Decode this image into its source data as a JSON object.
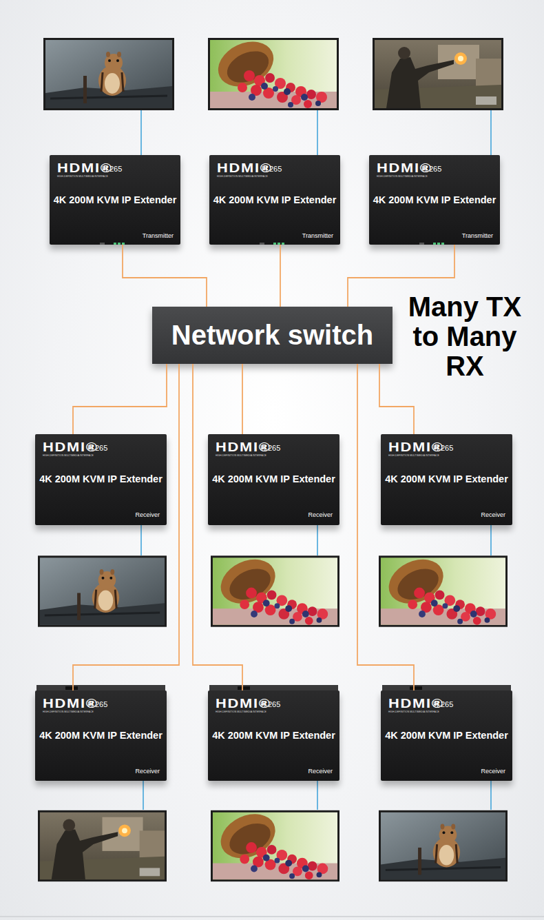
{
  "diagram": {
    "nodes": [
      {
        "text": [
          "HDMI®",
          "HIGH-DEFINITION MULTIMEDIA INTERFACE",
          "H.265",
          "4K 200M KVM IP Extender",
          "Transmitter"
        ]
      },
      {
        "text": [
          "HDMI®",
          "HIGH-DEFINITION MULTIMEDIA INTERFACE",
          "H.265",
          "4K 200M KVM IP Extender",
          "Transmitter"
        ]
      },
      {
        "text": [
          "HDMI®",
          "HIGH-DEFINITION MULTIMEDIA INTERFACE",
          "H.265",
          "4K 200M KVM IP Extender",
          "Transmitter"
        ]
      },
      {
        "text": [
          "Network switch"
        ]
      },
      {
        "text": [
          "HDMI®",
          "HIGH-DEFINITION MULTIMEDIA INTERFACE",
          "H.265",
          "4K 200M KVM IP Extender",
          "Receiver"
        ]
      },
      {
        "text": [
          "HDMI®",
          "HIGH-DEFINITION MULTIMEDIA INTERFACE",
          "H.265",
          "4K 200M KVM IP Extender",
          "Receiver"
        ]
      },
      {
        "text": [
          "HDMI®",
          "HIGH-DEFINITION MULTIMEDIA INTERFACE",
          "H.265",
          "4K 200M KVM IP Extender",
          "Receiver"
        ]
      },
      {
        "text": [
          "HDMI®",
          "HIGH-DEFINITION MULTIMEDIA INTERFACE",
          "H.265",
          "4K 200M KVM IP Extender",
          "Receiver"
        ]
      },
      {
        "text": [
          "HDMI®",
          "HIGH-DEFINITION MULTIMEDIA INTERFACE",
          "H.265",
          "4K 200M KVM IP Extender",
          "Receiver"
        ]
      },
      {
        "text": [
          "HDMI®",
          "HIGH-DEFINITION MULTIMEDIA INTERFACE",
          "H.265",
          "4K 200M KVM IP Extender",
          "Receiver"
        ]
      }
    ],
    "edges": [
      {
        "from": 0,
        "to": 3,
        "arrow": "none"
      },
      {
        "from": 1,
        "to": 3,
        "arrow": "none"
      },
      {
        "from": 2,
        "to": 3,
        "arrow": "none"
      },
      {
        "from": 3,
        "to": 4,
        "arrow": "none"
      },
      {
        "from": 3,
        "to": 5,
        "arrow": "none"
      },
      {
        "from": 3,
        "to": 6,
        "arrow": "none"
      },
      {
        "from": 3,
        "to": 7,
        "arrow": "none"
      },
      {
        "from": 3,
        "to": 8,
        "arrow": "none"
      },
      {
        "from": 3,
        "to": 9,
        "arrow": "none"
      }
    ],
    "labels": [
      "Many TX to Many RX"
    ]
  }
}
